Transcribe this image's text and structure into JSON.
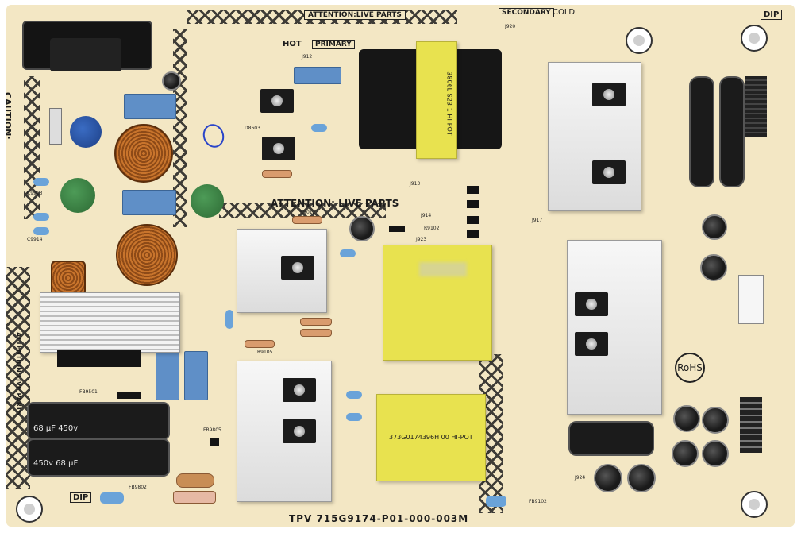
{
  "silkscreen": {
    "attention_live_top": "ATTENTION:LIVE PARTS",
    "attention_live_mid": "ATTENTION: LIVE PARTS",
    "attention_live_left": "ATTENTION:LIVE PARTS",
    "secondary": "SECONDARY",
    "cold": "COLD",
    "hot": "HOT",
    "primary": "PRIMARY",
    "caution": "CAUTION:",
    "dip_top_right": "DIP",
    "dip_bottom_left": "DIP",
    "rohs": "RoHS",
    "board_number": "TPV  715G9174-P01-000-003M",
    "cap_label_1": "68 µF 450v",
    "cap_label_2": "450v 68 µF",
    "xfmr_top_label": "3806L S23-1 HI-POT",
    "xfmr_bottom_label": "373G0174396H  00  HI-POT",
    "refs": [
      "J920",
      "J912",
      "J913",
      "J914",
      "J917",
      "J923",
      "J924",
      "R9012",
      "R9102",
      "R9105",
      "C9913",
      "C9914",
      "D8603",
      "FB9501",
      "FB9805",
      "FB9102",
      "FB9802"
    ]
  },
  "colors": {
    "board": "#f3e7c4",
    "silkscreen": "#1c1c1c",
    "transformer_yellow": "#e8e24f",
    "heatsink": "#e4e4e4",
    "film_cap_blue": "#5f8fc7"
  }
}
